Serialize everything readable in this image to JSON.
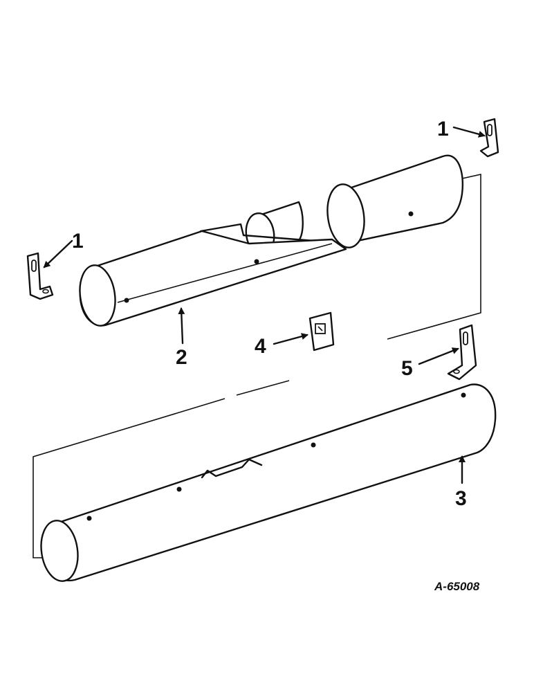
{
  "diagram": {
    "callouts": [
      {
        "id": "callout-1-left",
        "text": "1"
      },
      {
        "id": "callout-1-right",
        "text": "1"
      },
      {
        "id": "callout-2",
        "text": "2"
      },
      {
        "id": "callout-3",
        "text": "3"
      },
      {
        "id": "callout-4",
        "text": "4"
      },
      {
        "id": "callout-5",
        "text": "5"
      }
    ],
    "reference": "A-65008"
  }
}
